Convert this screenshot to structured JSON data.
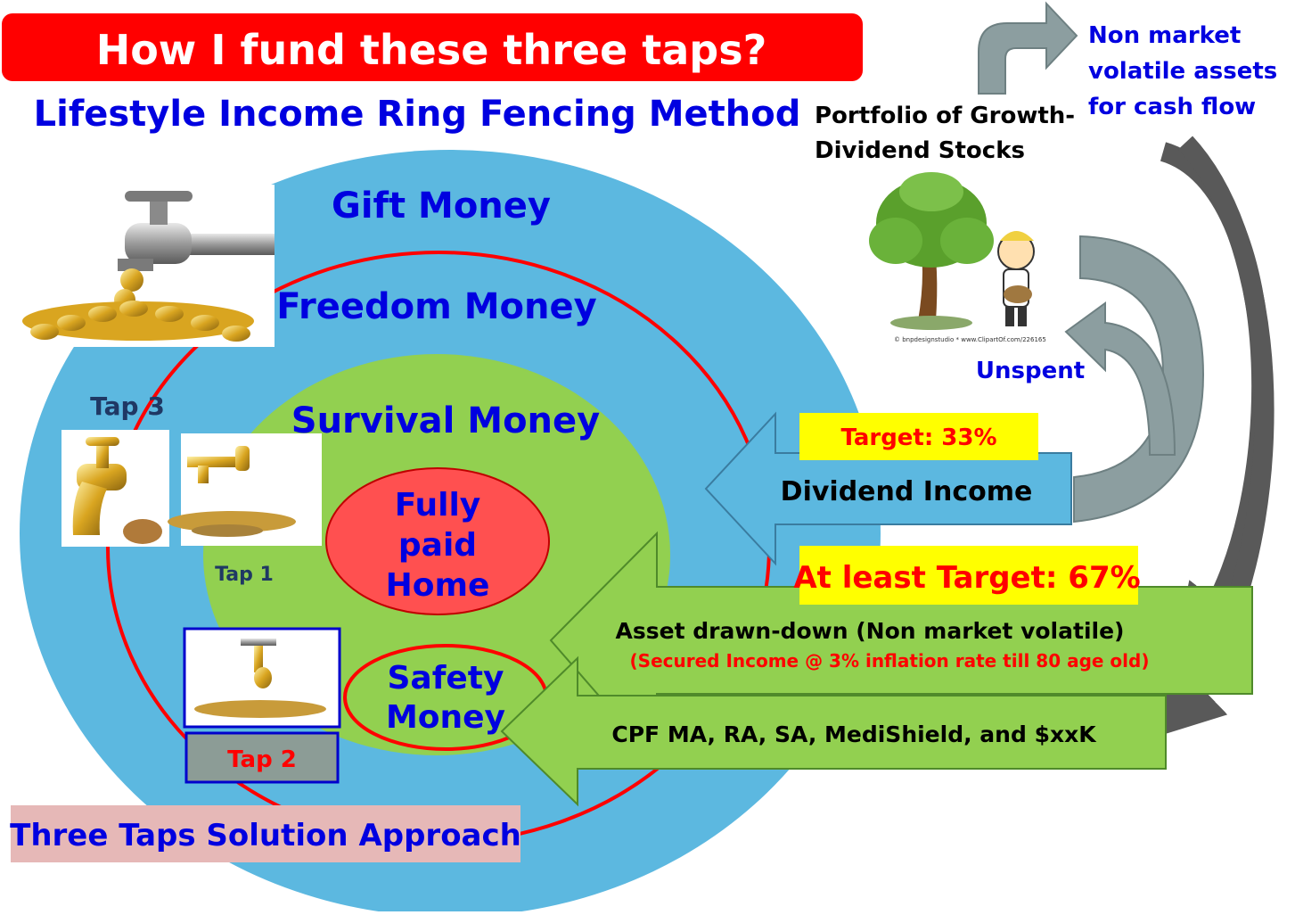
{
  "header": {
    "title": "How I fund these three taps?",
    "subtitle": "Lifestyle Income Ring Fencing Method"
  },
  "rings": {
    "gift": "Gift Money",
    "freedom": "Freedom Money",
    "survival": "Survival Money",
    "home_line1": "Fully",
    "home_line2": "paid",
    "home_line3": "Home",
    "safety_line1": "Safety",
    "safety_line2": "Money"
  },
  "taps": {
    "tap3": "Tap 3",
    "tap1": "Tap 1",
    "tap2": "Tap 2"
  },
  "sources": {
    "portfolio_line1": "Portfolio of Growth-",
    "portfolio_line2": "Dividend Stocks",
    "clipart_credit": "© bnpdesignstudio * www.ClipartOf.com/226165",
    "non_market_line1": "Non market",
    "non_market_line2": "volatile assets",
    "non_market_line3": "for cash flow",
    "unspent": "Unspent"
  },
  "flows": {
    "target_33": "Target: 33%",
    "dividend_income": "Dividend Income",
    "target_67": "At least Target: 67%",
    "asset_drawdown": "Asset drawn-down (Non market volatile)",
    "secured_income": "(Secured Income @ 3% inflation rate till 80 age old)",
    "cpf": "CPF MA, RA, SA, MediShield, and $xxK"
  },
  "footer": {
    "approach": "Three Taps Solution Approach"
  },
  "colors": {
    "title_bg": "#ff0000",
    "outer_ring": "#5cb8e0",
    "inner_disc": "#92d050",
    "home": "#ff5050",
    "accent_blue": "#0000e0",
    "target_yellow": "#ffff00",
    "grey_arrow": "#8c9ea0",
    "dark_arrow": "#595959",
    "approach_bg": "#e6b8b7"
  }
}
